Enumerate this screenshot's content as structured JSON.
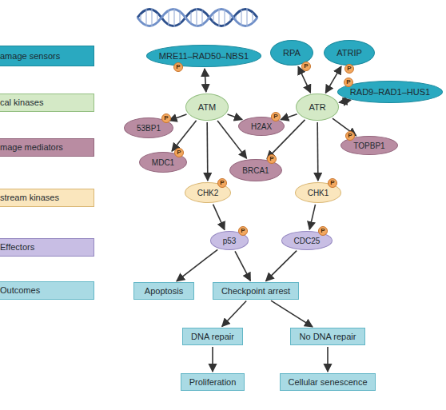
{
  "diagram": {
    "nodes": [
      {
        "text": [
          "amage sensors"
        ]
      },
      {
        "text": [
          "cal kinases"
        ]
      },
      {
        "text": [
          "mage mediators"
        ]
      },
      {
        "text": [
          "stream kinases"
        ]
      },
      {
        "text": [
          "Effectors"
        ]
      },
      {
        "text": [
          "Outcomes"
        ]
      },
      {
        "text": [
          "MRE11–RAD50–NBS1"
        ]
      },
      {
        "text": [
          "RPA"
        ]
      },
      {
        "text": [
          "ATRIP"
        ]
      },
      {
        "text": [
          "RAD9–RAD1–HUS1"
        ]
      },
      {
        "text": [
          "ATM"
        ]
      },
      {
        "text": [
          "ATR"
        ]
      },
      {
        "text": [
          "53BP1"
        ]
      },
      {
        "text": [
          "H2AX"
        ]
      },
      {
        "text": [
          "TOPBP1"
        ]
      },
      {
        "text": [
          "MDC1"
        ]
      },
      {
        "text": [
          "BRCA1"
        ]
      },
      {
        "text": [
          "CHK2"
        ]
      },
      {
        "text": [
          "CHK1"
        ]
      },
      {
        "text": [
          "p53"
        ]
      },
      {
        "text": [
          "CDC25"
        ]
      },
      {
        "text": [
          "Apoptosis"
        ]
      },
      {
        "text": [
          "Checkpoint arrest"
        ]
      },
      {
        "text": [
          "DNA repair"
        ]
      },
      {
        "text": [
          "No DNA repair"
        ]
      },
      {
        "text": [
          "Proliferation"
        ]
      },
      {
        "text": [
          "Cellular senescence"
        ]
      }
    ],
    "edges": [
      {
        "from": 10,
        "to": 6,
        "arrow": "both"
      },
      {
        "from": 11,
        "to": 7,
        "arrow": "both"
      },
      {
        "from": 11,
        "to": 8,
        "arrow": "both"
      },
      {
        "from": 11,
        "to": 9,
        "arrow": "both"
      },
      {
        "from": 10,
        "to": 12,
        "arrow": "to"
      },
      {
        "from": 10,
        "to": 13,
        "arrow": "to"
      },
      {
        "from": 10,
        "to": 15,
        "arrow": "to"
      },
      {
        "from": 10,
        "to": 16,
        "arrow": "to"
      },
      {
        "from": 10,
        "to": 17,
        "arrow": "to"
      },
      {
        "from": 11,
        "to": 13,
        "arrow": "to"
      },
      {
        "from": 11,
        "to": 14,
        "arrow": "to"
      },
      {
        "from": 11,
        "to": 16,
        "arrow": "to"
      },
      {
        "from": 11,
        "to": 18,
        "arrow": "to"
      },
      {
        "from": 17,
        "to": 19,
        "arrow": "to"
      },
      {
        "from": 18,
        "to": 20,
        "arrow": "to"
      },
      {
        "from": 19,
        "to": 21,
        "arrow": "to"
      },
      {
        "from": 19,
        "to": 22,
        "arrow": "to"
      },
      {
        "from": 20,
        "to": 22,
        "arrow": "to"
      },
      {
        "from": 22,
        "to": 23,
        "arrow": "to"
      },
      {
        "from": 22,
        "to": 24,
        "arrow": "to"
      },
      {
        "from": 23,
        "to": 25,
        "arrow": "to"
      },
      {
        "from": 24,
        "to": 26,
        "arrow": "to"
      }
    ],
    "labels": [
      "P",
      "P",
      "P",
      "P",
      "P",
      "P",
      "P",
      "P",
      "P",
      "P",
      "P",
      "P",
      "P"
    ]
  }
}
